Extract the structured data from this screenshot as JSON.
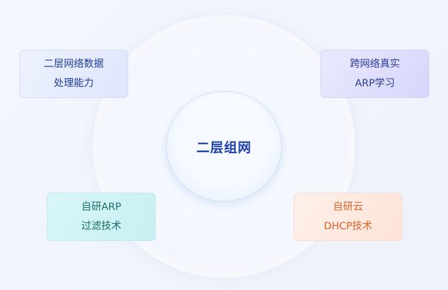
{
  "center": {
    "label": "二层组网"
  },
  "cards": [
    {
      "line1": "二层网络数据",
      "line2": "处理能力",
      "color": "#1f3f9a"
    },
    {
      "line1": "跨网络真实",
      "line2": "ARP学习",
      "color": "#2d3b94"
    },
    {
      "line1": "自研ARP",
      "line2": "过滤技术",
      "color": "#1c6b6b"
    },
    {
      "line1": "自研云",
      "line2": "DHCP技术",
      "color": "#d9632b"
    }
  ]
}
